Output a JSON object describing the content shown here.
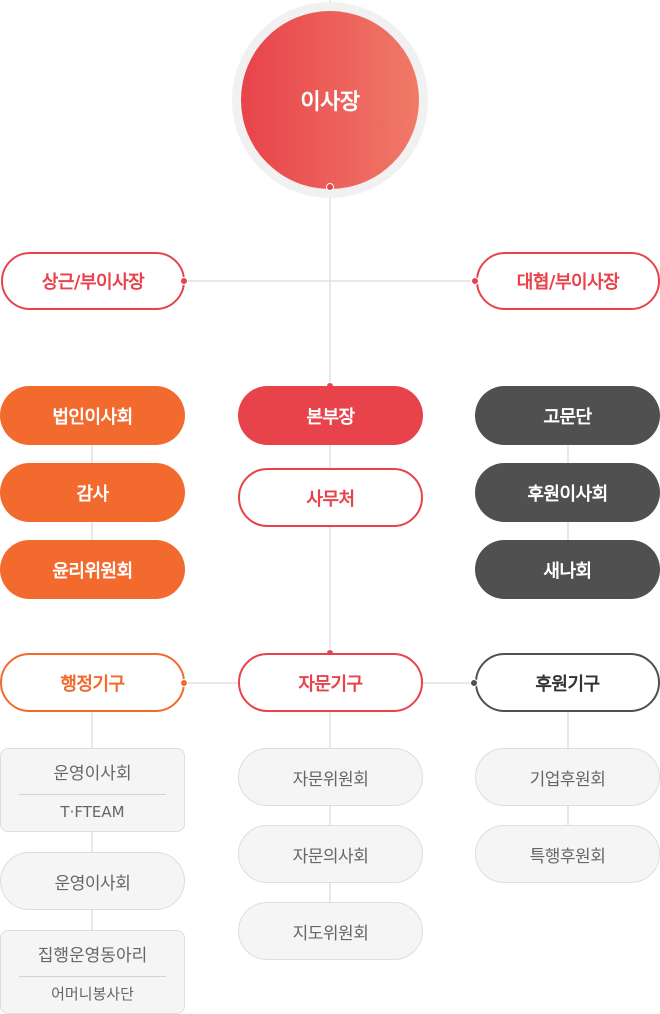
{
  "ceo": "이사장",
  "vice_left": "상근/부이사장",
  "vice_right": "대협/부이사장",
  "left_column": [
    "법인이사회",
    "감사",
    "윤리위원회"
  ],
  "center_main": "본부장",
  "center_office": "사무처",
  "right_column": [
    "고문단",
    "후원이사회",
    "새나회"
  ],
  "groups": {
    "admin": {
      "label": "행정기구",
      "item1_top": "운영이사회",
      "item1_bottom": "T·FTEAM",
      "item2": "운영이사회",
      "item3_top": "집행운영동아리",
      "item3_bottom": "어머니봉사단"
    },
    "advisory": {
      "label": "자문기구",
      "items": [
        "자문위원회",
        "자문의사회",
        "지도위원회"
      ]
    },
    "support": {
      "label": "후원기구",
      "items": [
        "기업후원회",
        "특행후원회"
      ]
    }
  },
  "colors": {
    "red": "#e8434b",
    "orange": "#f26a2e",
    "dark": "#505050",
    "gray_bg": "#f5f5f5"
  }
}
